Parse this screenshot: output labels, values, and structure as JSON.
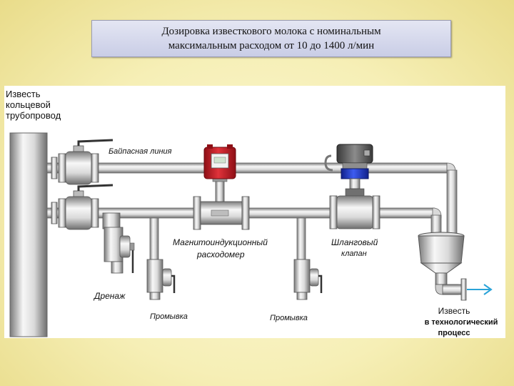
{
  "title": {
    "line1": "Дозировка известкового молока с номинальным",
    "line2": "максимальным расходом от 10 до 1400 л/мин"
  },
  "labels": {
    "source": [
      "Известь",
      "кольцевой",
      "трубопровод"
    ],
    "bypass": "Байпасная линия",
    "flowmeter": [
      "Магнитоиндукционный",
      "расходомер"
    ],
    "pinch_valve": [
      "Шланговый",
      "клапан"
    ],
    "drain": "Дренаж",
    "flush_1": "Промывка",
    "flush_2": "Промывка",
    "outlet": [
      "Известь",
      "в технологический",
      "процесс"
    ]
  },
  "colors": {
    "pipe_light": "#f4f4f4",
    "pipe_dark": "#7f7f7f",
    "flowmeter_red": "#c8202a",
    "actuator_blue": "#1f3fd0",
    "flow_arrow": "#2aa3d8"
  },
  "icons": {
    "flow_direction": "arrow-right-icon"
  }
}
